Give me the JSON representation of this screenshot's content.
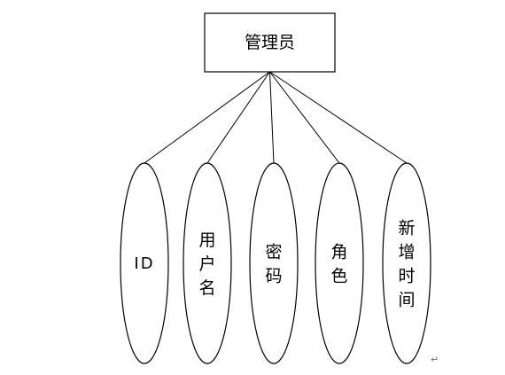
{
  "diagram": {
    "entity": {
      "label": "管理员"
    },
    "attributes": [
      {
        "label": "ID"
      },
      {
        "label": "用户名"
      },
      {
        "label": "密码"
      },
      {
        "label": "角色"
      },
      {
        "label": "新增时间"
      }
    ],
    "paragraph_mark": "↵"
  }
}
